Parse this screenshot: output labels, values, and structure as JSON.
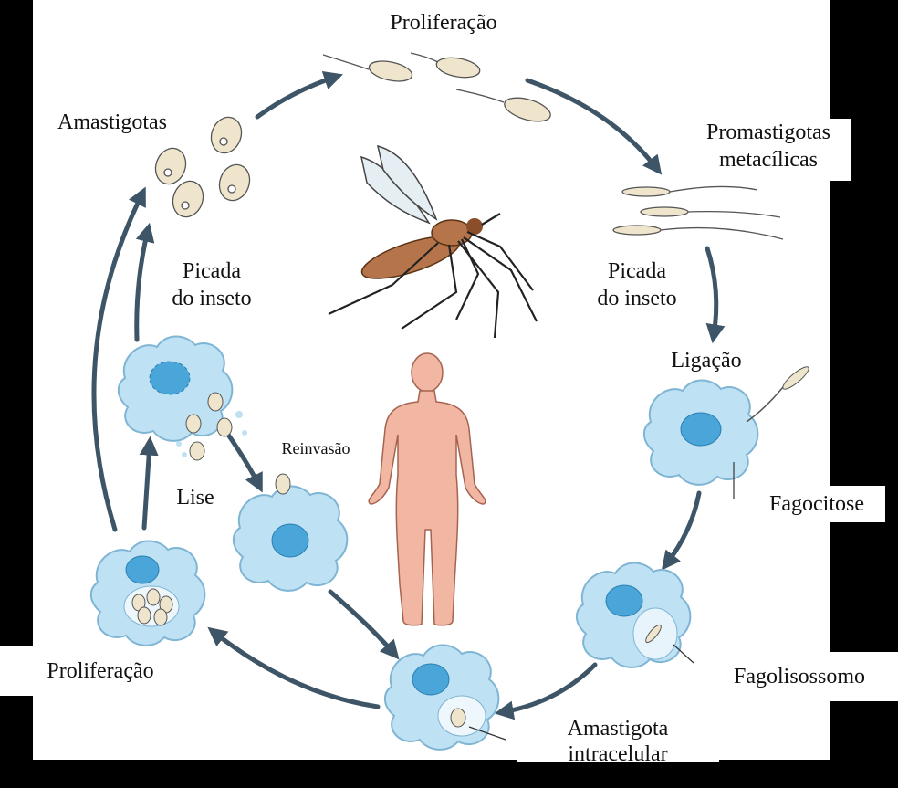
{
  "labels": {
    "proliferacao_top": "Proliferação",
    "amastigotas": "Amastigotas",
    "promastigotas_line1": "Promastigotas",
    "promastigotas_line2": "metacílicas",
    "picada_left_line1": "Picada",
    "picada_left_line2": "do inseto",
    "picada_right_line1": "Picada",
    "picada_right_line2": "do inseto",
    "ligacao": "Ligação",
    "reinvasao": "Reinvasão",
    "lise": "Lise",
    "fagocitose": "Fagocitose",
    "proliferacao_bottom": "Proliferação",
    "fagolisossomo": "Fagolisossomo",
    "amastigota_line1": "Amastigota",
    "amastigota_line2": "intracelular"
  },
  "colors": {
    "background": "#000000",
    "panel": "#ffffff",
    "cell_fill": "#bfe1f4",
    "cell_stroke": "#7fb5d4",
    "nucleus": "#4aa6d8",
    "arrow": "#3d5566",
    "parasite": "#efe5cc",
    "body": "#f2b7a3",
    "mosquito": "#b5744a"
  }
}
